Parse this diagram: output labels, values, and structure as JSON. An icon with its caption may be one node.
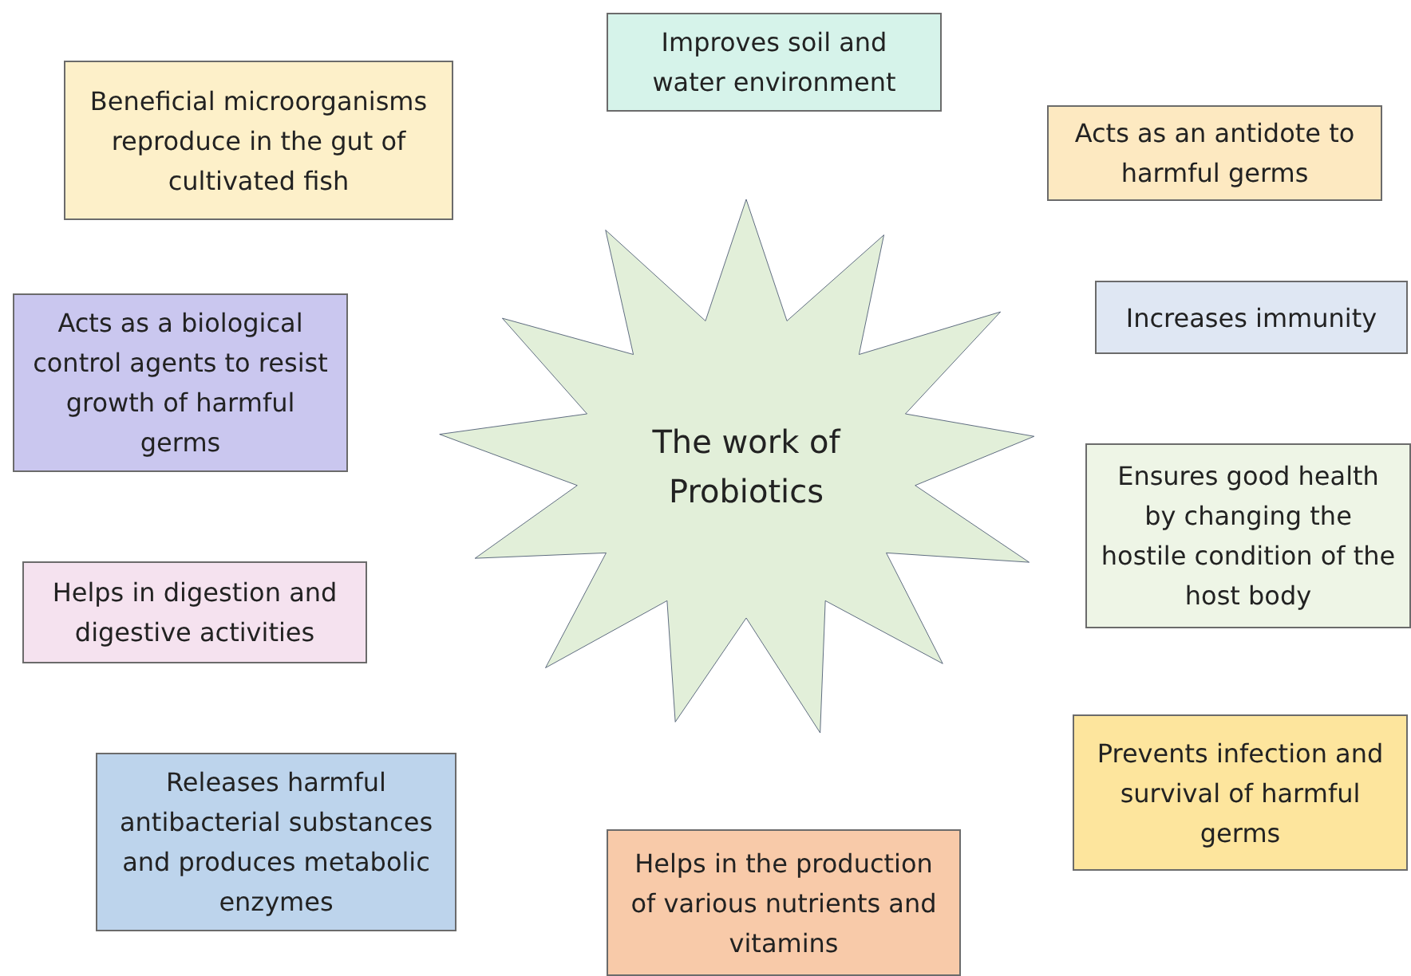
{
  "diagram": {
    "nodes": [
      {
        "text": [
          "Improves soil and water environment"
        ]
      },
      {
        "text": [
          "Beneficial microorganisms reproduce in the gut of cultivated fish"
        ]
      },
      {
        "text": [
          "Acts as an antidote to harmful germs"
        ]
      },
      {
        "text": [
          "Increases immunity"
        ]
      },
      {
        "text": [
          "Acts as a biological control agents to resist growth of harmful germs"
        ]
      },
      {
        "text": [
          "The work of Probiotics"
        ]
      },
      {
        "text": [
          "Ensures good health by changing the hostile condition of the host body"
        ]
      },
      {
        "text": [
          "Helps in digestion and digestive activities"
        ]
      },
      {
        "text": [
          "Prevents infection and survival of harmful germs"
        ]
      },
      {
        "text": [
          "Releases harmful antibacterial substances and produces metabolic enzymes"
        ]
      },
      {
        "text": [
          "Helps in the production of various nutrients and vitamins"
        ]
      }
    ],
    "edges": []
  }
}
